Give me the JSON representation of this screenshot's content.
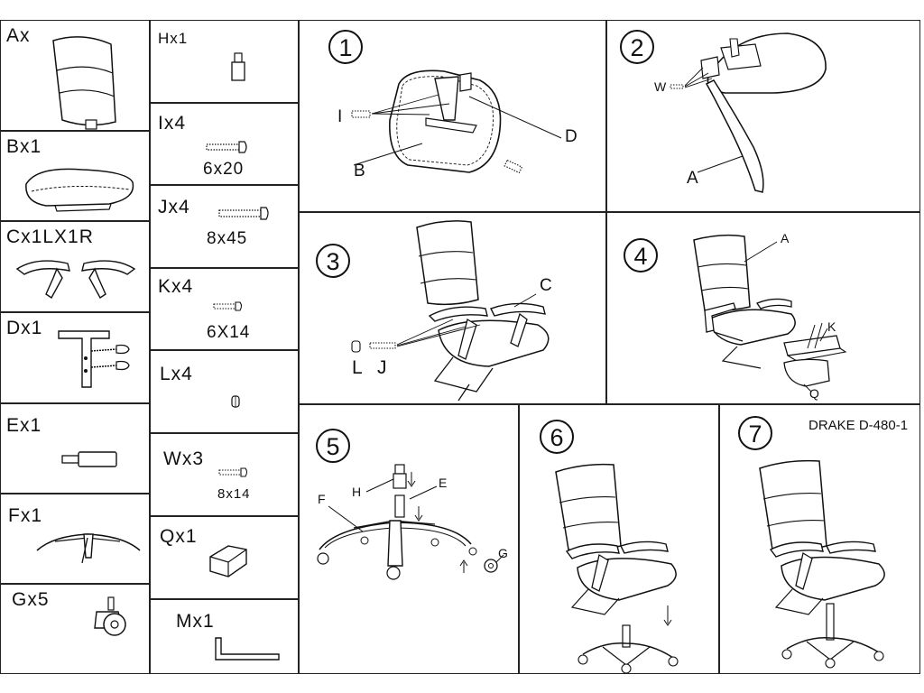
{
  "parts": [
    {
      "id": "A",
      "label": "Ax"
    },
    {
      "id": "B",
      "label": "Bx1"
    },
    {
      "id": "C",
      "label": "Cx1LX1R"
    },
    {
      "id": "D",
      "label": "Dx1"
    },
    {
      "id": "E",
      "label": "Ex1"
    },
    {
      "id": "F",
      "label": "Fx1"
    },
    {
      "id": "G",
      "label": "Gx5"
    }
  ],
  "hardware": [
    {
      "id": "H",
      "label": "Hx1",
      "size": ""
    },
    {
      "id": "I",
      "label": "Ix4",
      "size": "6x20"
    },
    {
      "id": "J",
      "label": "Jx4",
      "size": "8x45"
    },
    {
      "id": "K",
      "label": "Kx4",
      "size": "6X14"
    },
    {
      "id": "L",
      "label": "Lx4",
      "size": ""
    },
    {
      "id": "W",
      "label": "Wx3",
      "size": "8x14"
    },
    {
      "id": "Q",
      "label": "Qx1",
      "size": ""
    },
    {
      "id": "M",
      "label": "Mx1",
      "size": ""
    }
  ],
  "steps": [
    {
      "number": "1",
      "callouts": [
        "I",
        "D",
        "B"
      ]
    },
    {
      "number": "2",
      "callouts": [
        "W",
        "A"
      ]
    },
    {
      "number": "3",
      "callouts": [
        "C",
        "L",
        "J"
      ]
    },
    {
      "number": "4",
      "callouts": [
        "A",
        "K",
        "Q"
      ]
    },
    {
      "number": "5",
      "callouts": [
        "H",
        "E",
        "F",
        "G"
      ]
    },
    {
      "number": "6",
      "callouts": []
    },
    {
      "number": "7",
      "callouts": []
    }
  ],
  "model": "DRAKE D-480-1"
}
